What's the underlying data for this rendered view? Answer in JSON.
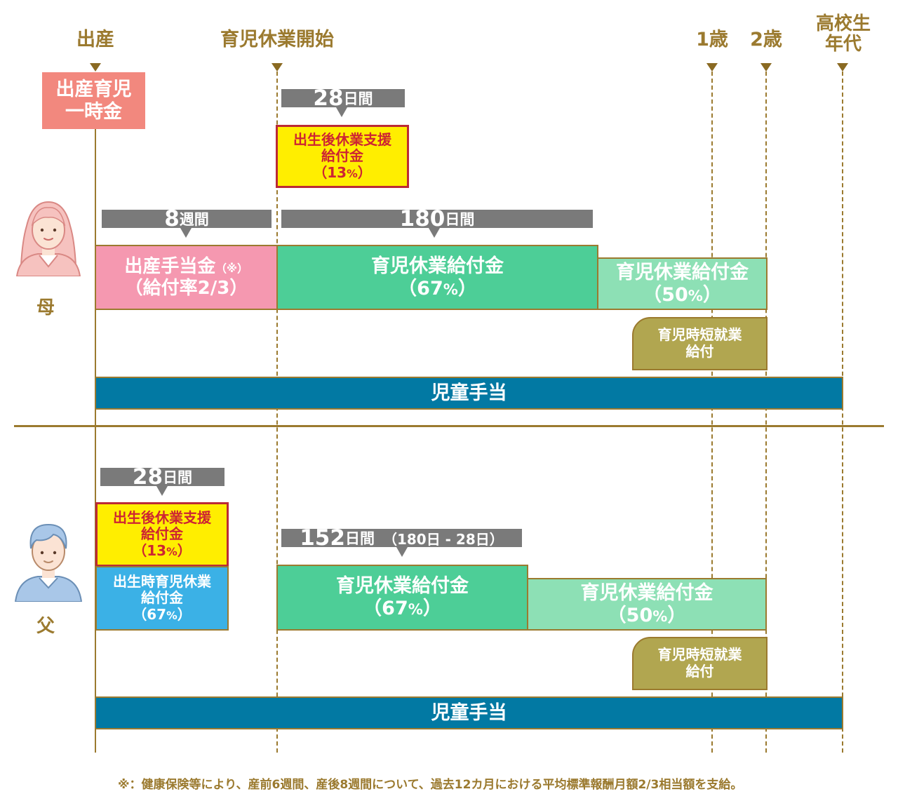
{
  "milestones": {
    "birth": "出産",
    "leave_start": "育児休業開始",
    "age1": "1歳",
    "age2": "2歳",
    "hs_line1": "高校生",
    "hs_line2": "年代"
  },
  "lump_sum": {
    "line1": "出産育児",
    "line2": "一時金"
  },
  "mother": {
    "label": "母",
    "bar_8w": {
      "num": "8",
      "unit": "週間"
    },
    "bar_28d": {
      "num": "28",
      "unit": "日間"
    },
    "bar_180d": {
      "num": "180",
      "unit": "日間"
    },
    "support": {
      "line1": "出生後休業支援",
      "line2": "給付金",
      "pct_open": "（",
      "pct_num": "13",
      "pct_sign": "%",
      "pct_close": "）"
    },
    "maternity": {
      "line1": "出産手当金",
      "mark": "（※）",
      "line2": "（給付率2/3）"
    },
    "childcare67": {
      "line1": "育児休業給付金",
      "pct_open": "（",
      "pct_num": "67",
      "pct_sign": "%",
      "pct_close": "）"
    },
    "childcare50": {
      "line1": "育児休業給付金",
      "pct_open": "（",
      "pct_num": "50",
      "pct_sign": "%",
      "pct_close": "）"
    },
    "shortwork": {
      "line1": "育児時短就業",
      "line2": "給付"
    },
    "child_allowance": "児童手当"
  },
  "father": {
    "label": "父",
    "bar_28d": {
      "num": "28",
      "unit": "日間"
    },
    "bar_152d": {
      "num": "152",
      "unit": "日間",
      "extra": "（180日 - 28日）"
    },
    "support": {
      "line1": "出生後休業支援",
      "line2": "給付金",
      "pct_open": "（",
      "pct_num": "13",
      "pct_sign": "%",
      "pct_close": "）"
    },
    "birth_leave": {
      "line1": "出生時育児休業",
      "line2": "給付金",
      "pct_open": "（",
      "pct_num": "67",
      "pct_sign": "%",
      "pct_close": "）"
    },
    "childcare67": {
      "line1": "育児休業給付金",
      "pct_open": "（",
      "pct_num": "67",
      "pct_sign": "%",
      "pct_close": "）"
    },
    "childcare50": {
      "line1": "育児休業給付金",
      "pct_open": "（",
      "pct_num": "50",
      "pct_sign": "%",
      "pct_close": "）"
    },
    "shortwork": {
      "line1": "育児時短就業",
      "line2": "給付"
    },
    "child_allowance": "児童手当"
  },
  "footnote": "※：健康保険等により、産前6週間、産後8週間について、過去12カ月における平均標準報酬月額2/3相当額を支給。",
  "colors": {
    "accent": "#9b7a2f",
    "maternity_pink": "#f598b0",
    "childcare_green": "#4dce97",
    "childcare_light_green": "#8de0b5",
    "birth_leave_blue": "#3bb1e6",
    "child_allowance_navy": "#0279a3",
    "support_yellow": "#ffee00",
    "support_red": "#cd2433",
    "shortwork_olive": "#b1a650",
    "lump_sum_salmon": "#f2887e",
    "duration_gray": "#7a7a7a"
  }
}
